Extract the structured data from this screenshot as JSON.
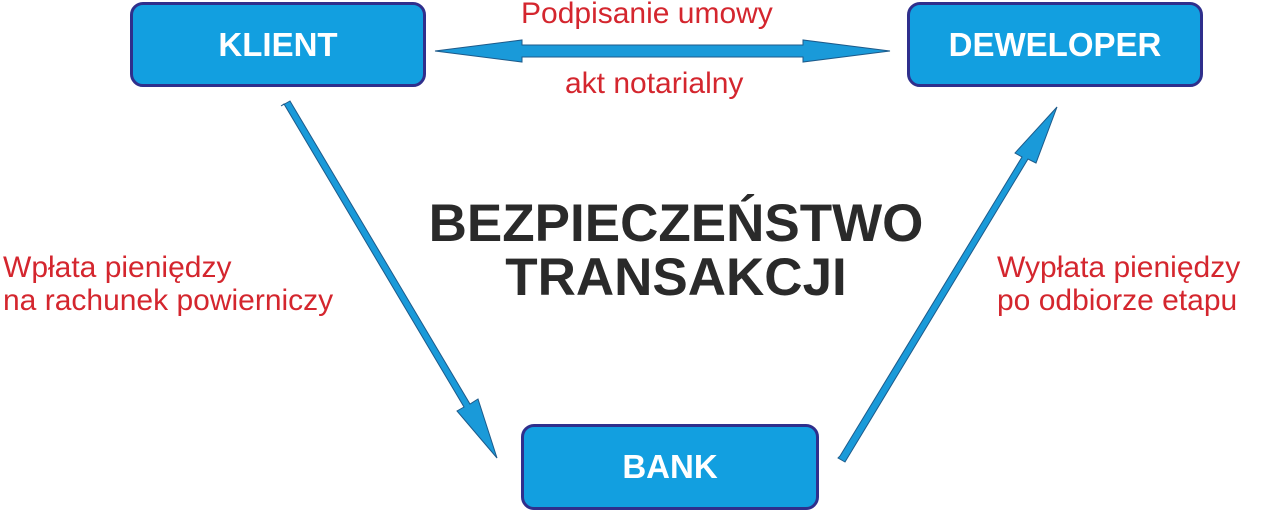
{
  "diagram": {
    "title_lines": [
      "BEZPIECZEŃSTWO",
      "TRANSAKCJI"
    ],
    "nodes": {
      "client": "KLIENT",
      "developer": "DEWELOPER",
      "bank": "BANK"
    },
    "edges": {
      "client_developer": {
        "top_label": "Podpisanie umowy",
        "bottom_label": "akt notarialny",
        "direction": "bidirectional"
      },
      "client_bank": {
        "label_lines": [
          "Wpłata pieniędzy",
          "na rachunek powierniczy"
        ],
        "direction": "client-to-bank"
      },
      "bank_developer": {
        "label_lines": [
          "Wypłata pieniędzy",
          "po odbiorze etapu"
        ],
        "direction": "bank-to-developer"
      }
    },
    "colors": {
      "node_fill": "#129fe0",
      "node_border": "#2f2f8c",
      "label_text": "#d4262e",
      "title_text": "#2a2a2a",
      "arrow_fill": "#1a9ad9"
    }
  }
}
